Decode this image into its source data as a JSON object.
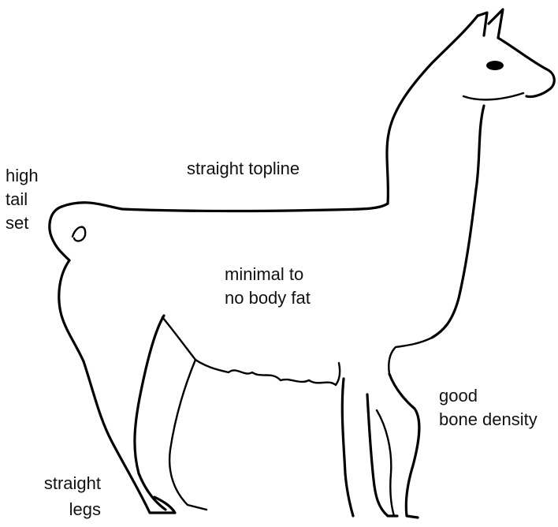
{
  "labels": {
    "topline": "straight topline",
    "tail": [
      "high",
      "tail",
      "set"
    ],
    "body_fat": [
      "minimal to",
      "no body fat"
    ],
    "bone": [
      "good",
      "bone density"
    ],
    "legs": [
      "straight",
      "legs"
    ]
  },
  "colors": {
    "line": "#000000",
    "background": "#ffffff",
    "text": "#111111"
  }
}
